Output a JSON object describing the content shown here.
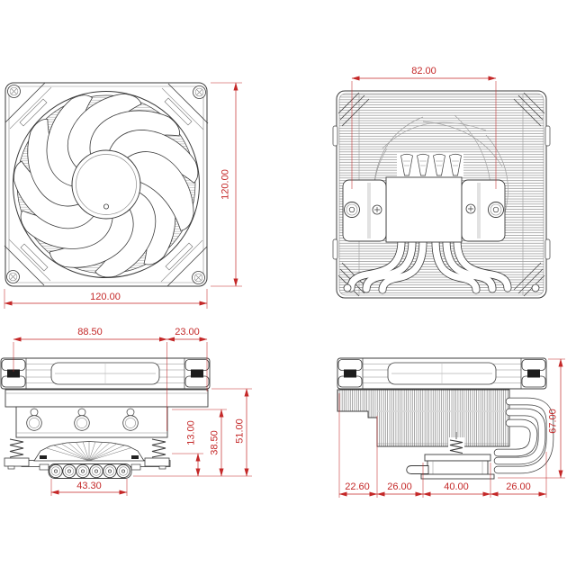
{
  "title": "cpu-cooler-dimension-drawing",
  "colors": {
    "background": "#ffffff",
    "line": "#3b3b3b",
    "line_light": "#8c8c8c",
    "dimension": "#c42828"
  },
  "views": {
    "fan_front": {
      "label": "fan-front-view",
      "dim_height": "120.00",
      "dim_width": "120.00"
    },
    "cooler_bottom": {
      "label": "cooler-bottom-view",
      "dim_hole_pitch": "82.00"
    },
    "side_front": {
      "label": "side-front-view",
      "dim_offset": "88.50",
      "dim_overhang": "23.00",
      "dim_base_width": "43.30",
      "dim_base_height": "13.00",
      "dim_mid_height": "38.50",
      "dim_body_height": "51.00"
    },
    "side_right": {
      "label": "side-right-view",
      "dims_bottom": [
        "22.60",
        "26.00",
        "40.00",
        "26.00"
      ],
      "dim_total_height": "67.00"
    }
  }
}
